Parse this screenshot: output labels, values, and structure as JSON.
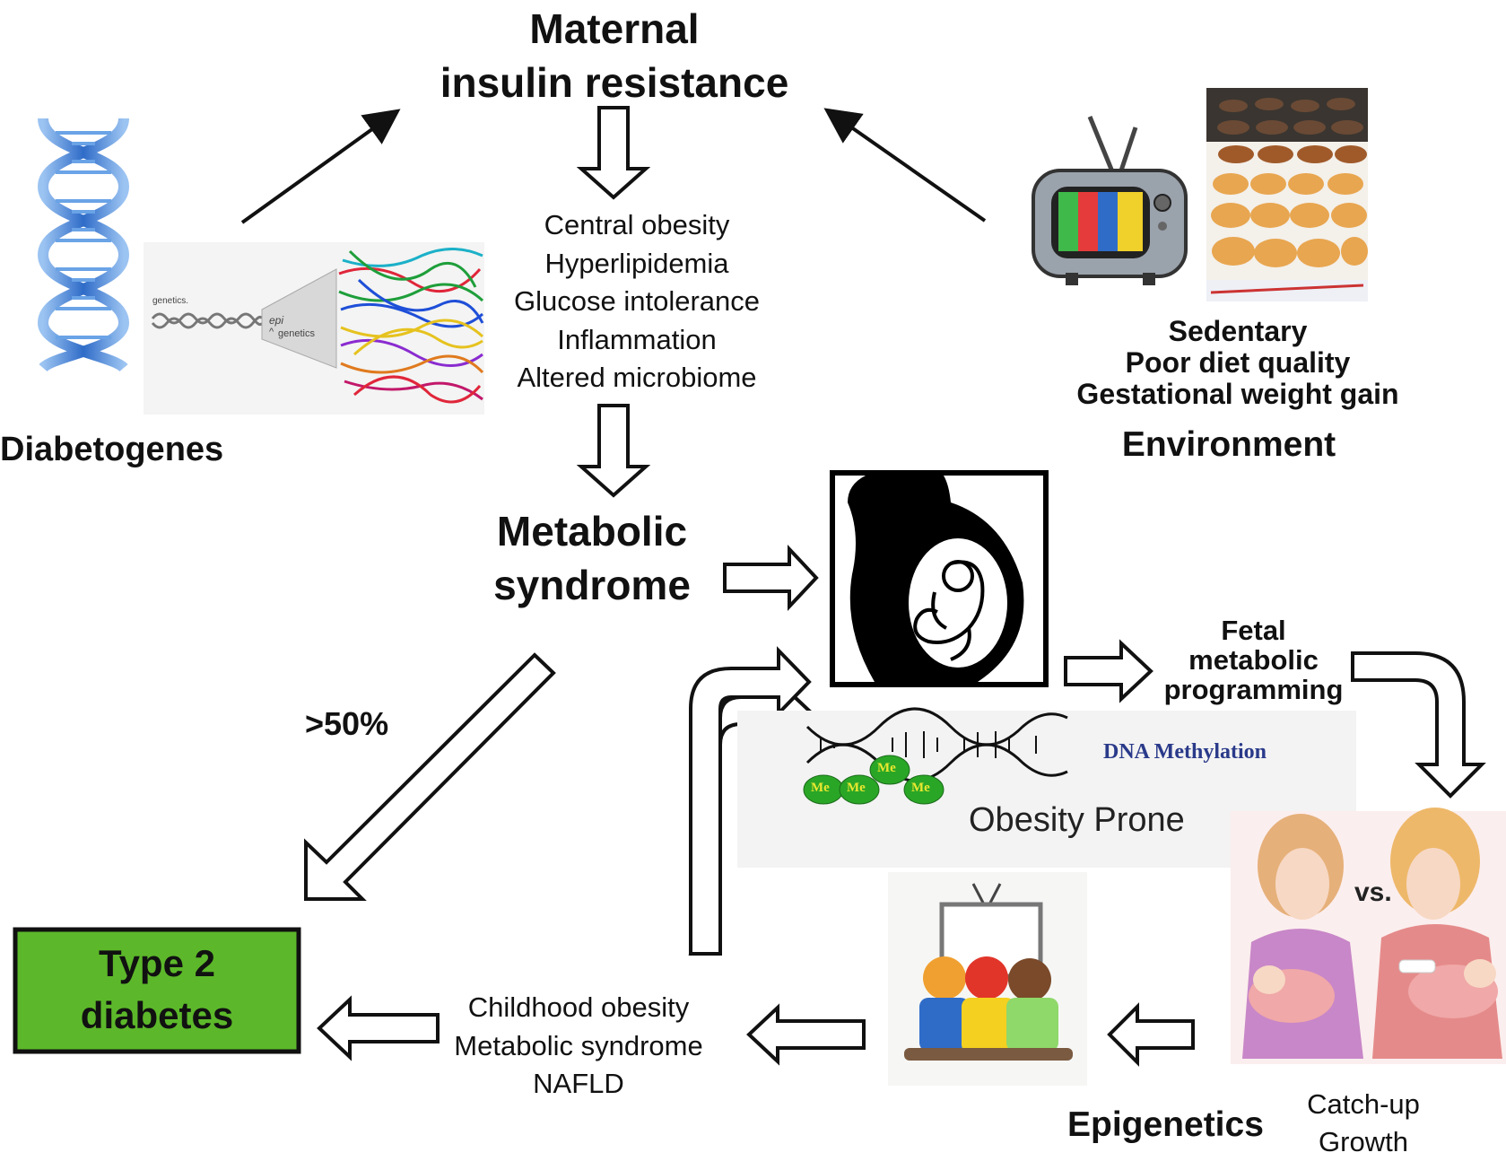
{
  "title": {
    "line1": "Maternal",
    "line2": "insulin resistance"
  },
  "consequences": [
    "Central obesity",
    "Hyperlipidemia",
    "Glucose intolerance",
    "Inflammation",
    "Altered microbiome"
  ],
  "metabolic_syndrome": {
    "line1": "Metabolic",
    "line2": "syndrome"
  },
  "diabetogenes": {
    "label": "Diabetogenes",
    "inset_genetics": "genetics.",
    "inset_epi": "epi",
    "inset_caret": "^",
    "inset_epigenetics": "genetics"
  },
  "environment": {
    "label": "Environment",
    "factors": [
      "Sedentary",
      "Poor diet quality",
      "Gestational weight gain"
    ]
  },
  "fetal": {
    "line1": "Fetal",
    "line2": "metabolic",
    "line3": "programming"
  },
  "dna_methylation": {
    "label": "DNA Methylation",
    "marker": "Me",
    "obesity_prone": "Obesity Prone"
  },
  "feeding": {
    "vs": "vs.",
    "catch_up_line1": "Catch-up",
    "catch_up_line2": "Growth"
  },
  "epigenetics": "Epigenetics",
  "childhood_outcomes": [
    "Childhood obesity",
    "Metabolic syndrome",
    "NAFLD"
  ],
  "percent_label": ">50%",
  "type2": {
    "line1": "Type 2",
    "line2": "diabetes",
    "fill": "#5cb82a"
  },
  "colors": {
    "dna_blue": "#3a78d0",
    "me_green": "#2aa626",
    "methylation_text": "#2a3a8a",
    "pink_mother": "#f0a8a8"
  }
}
